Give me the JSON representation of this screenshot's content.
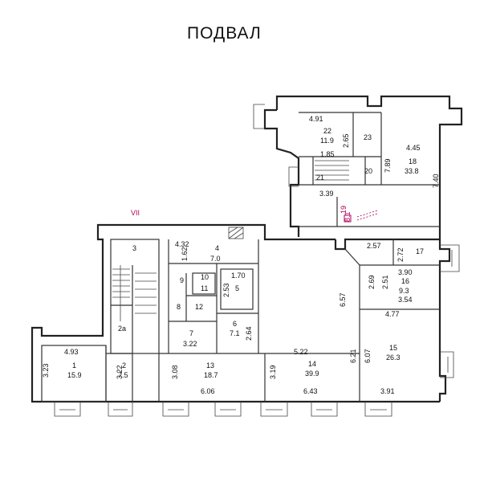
{
  "title": "ПОДВАЛ",
  "section_mark": "VII",
  "rooms": [
    {
      "id": "1",
      "area": "15.9"
    },
    {
      "id": "2",
      "area": "7.5"
    },
    {
      "id": "2a",
      "area": ""
    },
    {
      "id": "3",
      "area": ""
    },
    {
      "id": "4",
      "area": "7.0"
    },
    {
      "id": "5",
      "area": ""
    },
    {
      "id": "6",
      "area": "7.1"
    },
    {
      "id": "7",
      "area": ""
    },
    {
      "id": "8",
      "area": ""
    },
    {
      "id": "9",
      "area": ""
    },
    {
      "id": "10",
      "area": ""
    },
    {
      "id": "11",
      "area": ""
    },
    {
      "id": "12",
      "area": ""
    },
    {
      "id": "13",
      "area": "18.7"
    },
    {
      "id": "14",
      "area": "39.9"
    },
    {
      "id": "15",
      "area": "26.3"
    },
    {
      "id": "16",
      "area": "9.3"
    },
    {
      "id": "17",
      "area": ""
    },
    {
      "id": "18",
      "area": "33.8"
    },
    {
      "id": "19",
      "area": "8.1"
    },
    {
      "id": "20",
      "area": ""
    },
    {
      "id": "21",
      "area": ""
    },
    {
      "id": "22",
      "area": "11.9"
    },
    {
      "id": "23",
      "area": ""
    }
  ],
  "dimensions": [
    "4.93",
    "3.23",
    "3.22",
    "3.08",
    "6.06",
    "3.19",
    "6.43",
    "5.22",
    "6.57",
    "6.21",
    "6.07",
    "3.91",
    "4.77",
    "2.69",
    "2.51",
    "3.54",
    "3.90",
    "2.72",
    "2.57",
    "4.32",
    "1.62",
    "1.70",
    "2.53",
    "2.64",
    "3.22",
    "4.91",
    "2.65",
    "1.85",
    "4.45",
    "7.89",
    "7.40",
    "3.39"
  ]
}
